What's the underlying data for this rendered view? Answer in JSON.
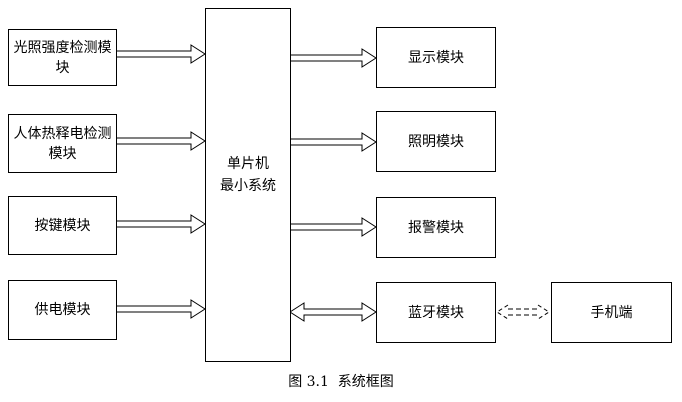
{
  "inputs": [
    {
      "label": "光照强度检测模块"
    },
    {
      "label": "人体热释电检测模块"
    },
    {
      "label": "按键模块"
    },
    {
      "label": "供电模块"
    }
  ],
  "mcu": {
    "label": "单片机\n最小系统"
  },
  "outputs": [
    {
      "label": "显示模块"
    },
    {
      "label": "照明模块"
    },
    {
      "label": "报警模块"
    },
    {
      "label": "蓝牙模块"
    }
  ],
  "phone": {
    "label": "手机端"
  },
  "caption": "图 3.1  系统框图"
}
